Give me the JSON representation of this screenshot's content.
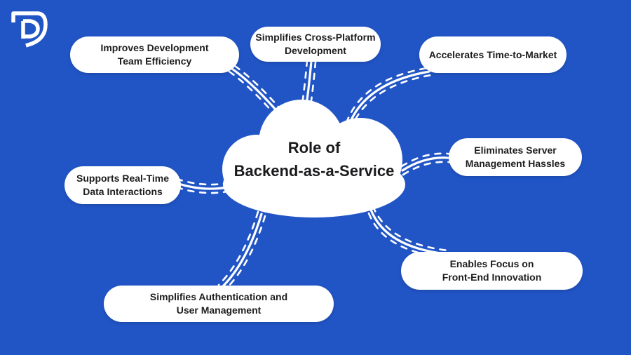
{
  "page": {
    "title": "Role of Backend-as-a-Service"
  },
  "colors": {
    "background": "#2155C6",
    "bubble_fill": "#FFFFFF",
    "text": "#1D1D1F",
    "connector": "#FFFFFF",
    "logo": "#FFFFFF"
  },
  "logo": {
    "icon": "td-monogram-icon"
  },
  "cloud": {
    "shape": "cloud-icon",
    "title_line1": "Role of",
    "title_line2": "Backend-as-a-Service"
  },
  "bubbles": [
    {
      "line1": "Improves Development",
      "line2": "Team Efficiency"
    },
    {
      "line1": "Simplifies Cross-Platform",
      "line2": "Development"
    },
    {
      "line1": "Accelerates Time-to-Market",
      "line2": ""
    },
    {
      "line1": "Eliminates Server",
      "line2": "Management Hassles"
    },
    {
      "line1": "Enables Focus on",
      "line2": "Front-End Innovation"
    },
    {
      "line1": "Simplifies Authentication and",
      "line2": "User Management"
    },
    {
      "line1": "Supports Real-Time",
      "line2": "Data Interactions"
    }
  ]
}
